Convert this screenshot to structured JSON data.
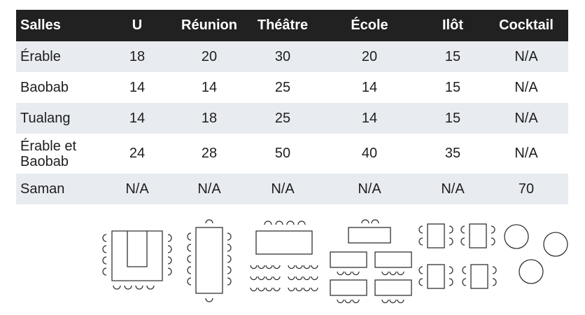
{
  "table": {
    "headers": [
      "Salles",
      "U",
      "Réunion",
      "Théâtre",
      "École",
      "Ilôt",
      "Cocktail"
    ],
    "rows": [
      {
        "room": "Érable",
        "values": [
          "18",
          "20",
          "30",
          "20",
          "15",
          "N/A"
        ]
      },
      {
        "room": "Baobab",
        "values": [
          "14",
          "14",
          "25",
          "14",
          "15",
          "N/A"
        ]
      },
      {
        "room": "Tualang",
        "values": [
          "14",
          "18",
          "25",
          "14",
          "15",
          "N/A"
        ]
      },
      {
        "room": "Érable et Baobab",
        "room_lines": [
          "Érable et",
          "Baobab"
        ],
        "values": [
          "24",
          "28",
          "50",
          "40",
          "35",
          "N/A"
        ]
      },
      {
        "room": "Saman",
        "values": [
          "N/A",
          "N/A",
          "N/A",
          "N/A",
          "N/A",
          "70"
        ]
      }
    ]
  },
  "layout_icons": [
    "u-shape-layout-icon",
    "boardroom-layout-icon",
    "theatre-layout-icon",
    "classroom-layout-icon",
    "islands-layout-icon",
    "cocktail-layout-icon"
  ]
}
